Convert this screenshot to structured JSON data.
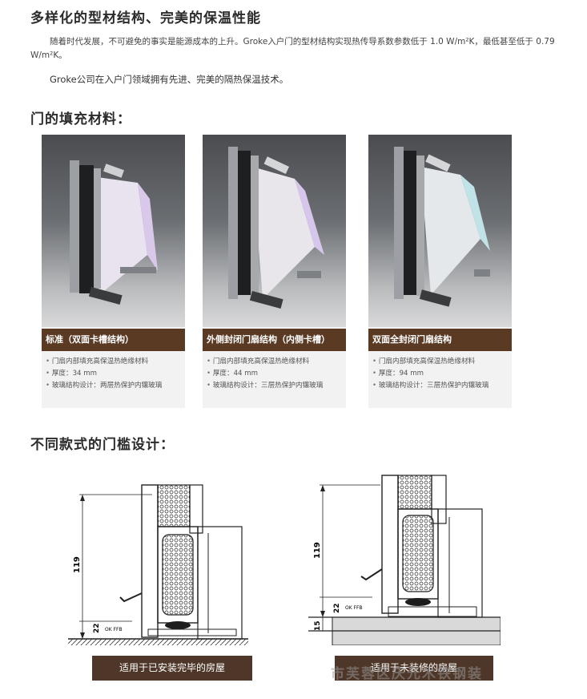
{
  "headline": "多样化的型材结构、完美的保温性能",
  "intro_para": "随着时代发展，不可避免的事实是能源成本的上升。Groke入户门的型材结构实现热传导系数参数低于 1.0 W/m²K，最低甚至低于 0.79 W/m²K。",
  "tech_para": "Groke公司在入户门领域拥有先进、完美的隔热保温技术。",
  "fill_heading": "门的填充材料：",
  "cards": [
    {
      "title": "标准（双面卡槽结构）",
      "panel_color": "#d9c8ea",
      "bullets": [
        "门扇内部填充高保温热绝缘材料",
        "厚度：34 mm",
        "玻璃结构设计：两层热保护内镶玻璃"
      ]
    },
    {
      "title": "外侧封闭门扇结构（内侧卡槽）",
      "panel_color": "#d7c6ec",
      "bullets": [
        "门扇内部填充高保温热绝缘材料",
        "厚度：44 mm",
        "玻璃结构设计：三层热保护内镶玻璃"
      ]
    },
    {
      "title": "双面全封闭门扇结构",
      "panel_color": "#bfe3e6",
      "bullets": [
        "门扇内部填充高保温热绝缘材料",
        "厚度：94 mm",
        "玻璃结构设计：三层热保护内镶玻璃"
      ]
    }
  ],
  "threshold_heading": "不同款式的门槛设计：",
  "diagrams": [
    {
      "dim_total": "119",
      "dim_small": "22",
      "floor_label": "OK FFB"
    },
    {
      "dim_total": "119",
      "dim_small": "22",
      "dim_floor": "15",
      "floor_label": "OK FFB"
    }
  ],
  "captions": [
    "适用于已安装完毕的房屋",
    "适用于未装修的房屋"
  ],
  "watermark": "市芙蓉区庆元木铁钢装"
}
